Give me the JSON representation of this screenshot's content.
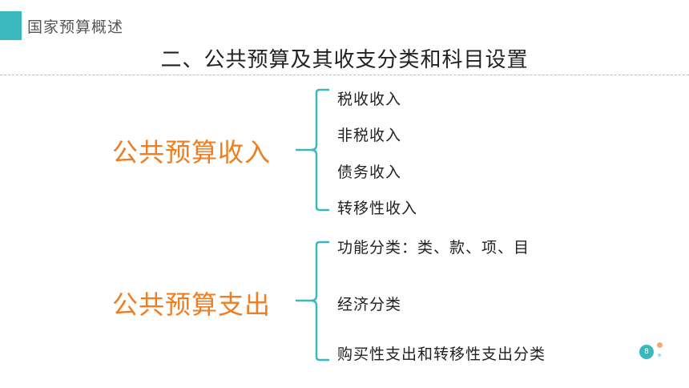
{
  "header": {
    "section_label": "国家预算概述",
    "title": "二、公共预算及其收支分类和科目设置",
    "accent_color": "#3bb8bd"
  },
  "groups": [
    {
      "title": "公共预算收入",
      "items": [
        "税收收入",
        "非税收入",
        "债务收入",
        "转移性收入"
      ]
    },
    {
      "title": "公共预算支出",
      "items": [
        "功能分类：类、款、项、目",
        "经济分类",
        "购买性支出和转移性支出分类"
      ]
    }
  ],
  "colors": {
    "group_title": "#f07d1f",
    "bracket": "#3bb8bd"
  },
  "footer": {
    "page_number": "8"
  }
}
